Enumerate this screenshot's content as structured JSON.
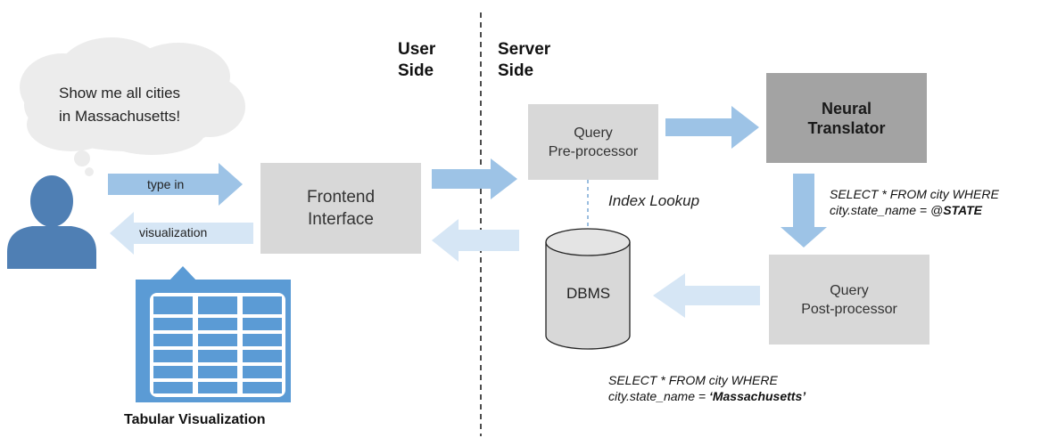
{
  "user": {
    "speech": [
      "Show me all cities",
      "in Massachusetts!"
    ]
  },
  "arrows": {
    "type_in": "type in",
    "visualization": "visualization"
  },
  "sides": {
    "user": [
      "User",
      "Side"
    ],
    "server": [
      "Server",
      "Side"
    ]
  },
  "components": {
    "frontend": [
      "Frontend",
      "Interface"
    ],
    "preprocessor": [
      "Query",
      "Pre-processor"
    ],
    "neural_translator": [
      "Neural",
      "Translator"
    ],
    "postprocessor": [
      "Query",
      "Post-processor"
    ],
    "dbms": "DBMS",
    "tabular_visualization": "Tabular Visualization"
  },
  "index_lookup": "Index Lookup",
  "sql_template": {
    "line1": "SELECT * FROM city WHERE",
    "line2_prefix": "city.state_name = @",
    "line2_bold": "STATE"
  },
  "sql_final": {
    "line1": "SELECT * FROM city WHERE",
    "line2_prefix": "city.state_name = ",
    "line2_bold": "‘Massachusetts’"
  },
  "colors": {
    "arrow_strong": "#9dc3e6",
    "arrow_light": "#d6e6f5",
    "box_gray": "#d8d8d8",
    "box_dark": "#a3a3a3",
    "user_blue": "#4f7fb4",
    "table_blue": "#5b9bd5"
  }
}
